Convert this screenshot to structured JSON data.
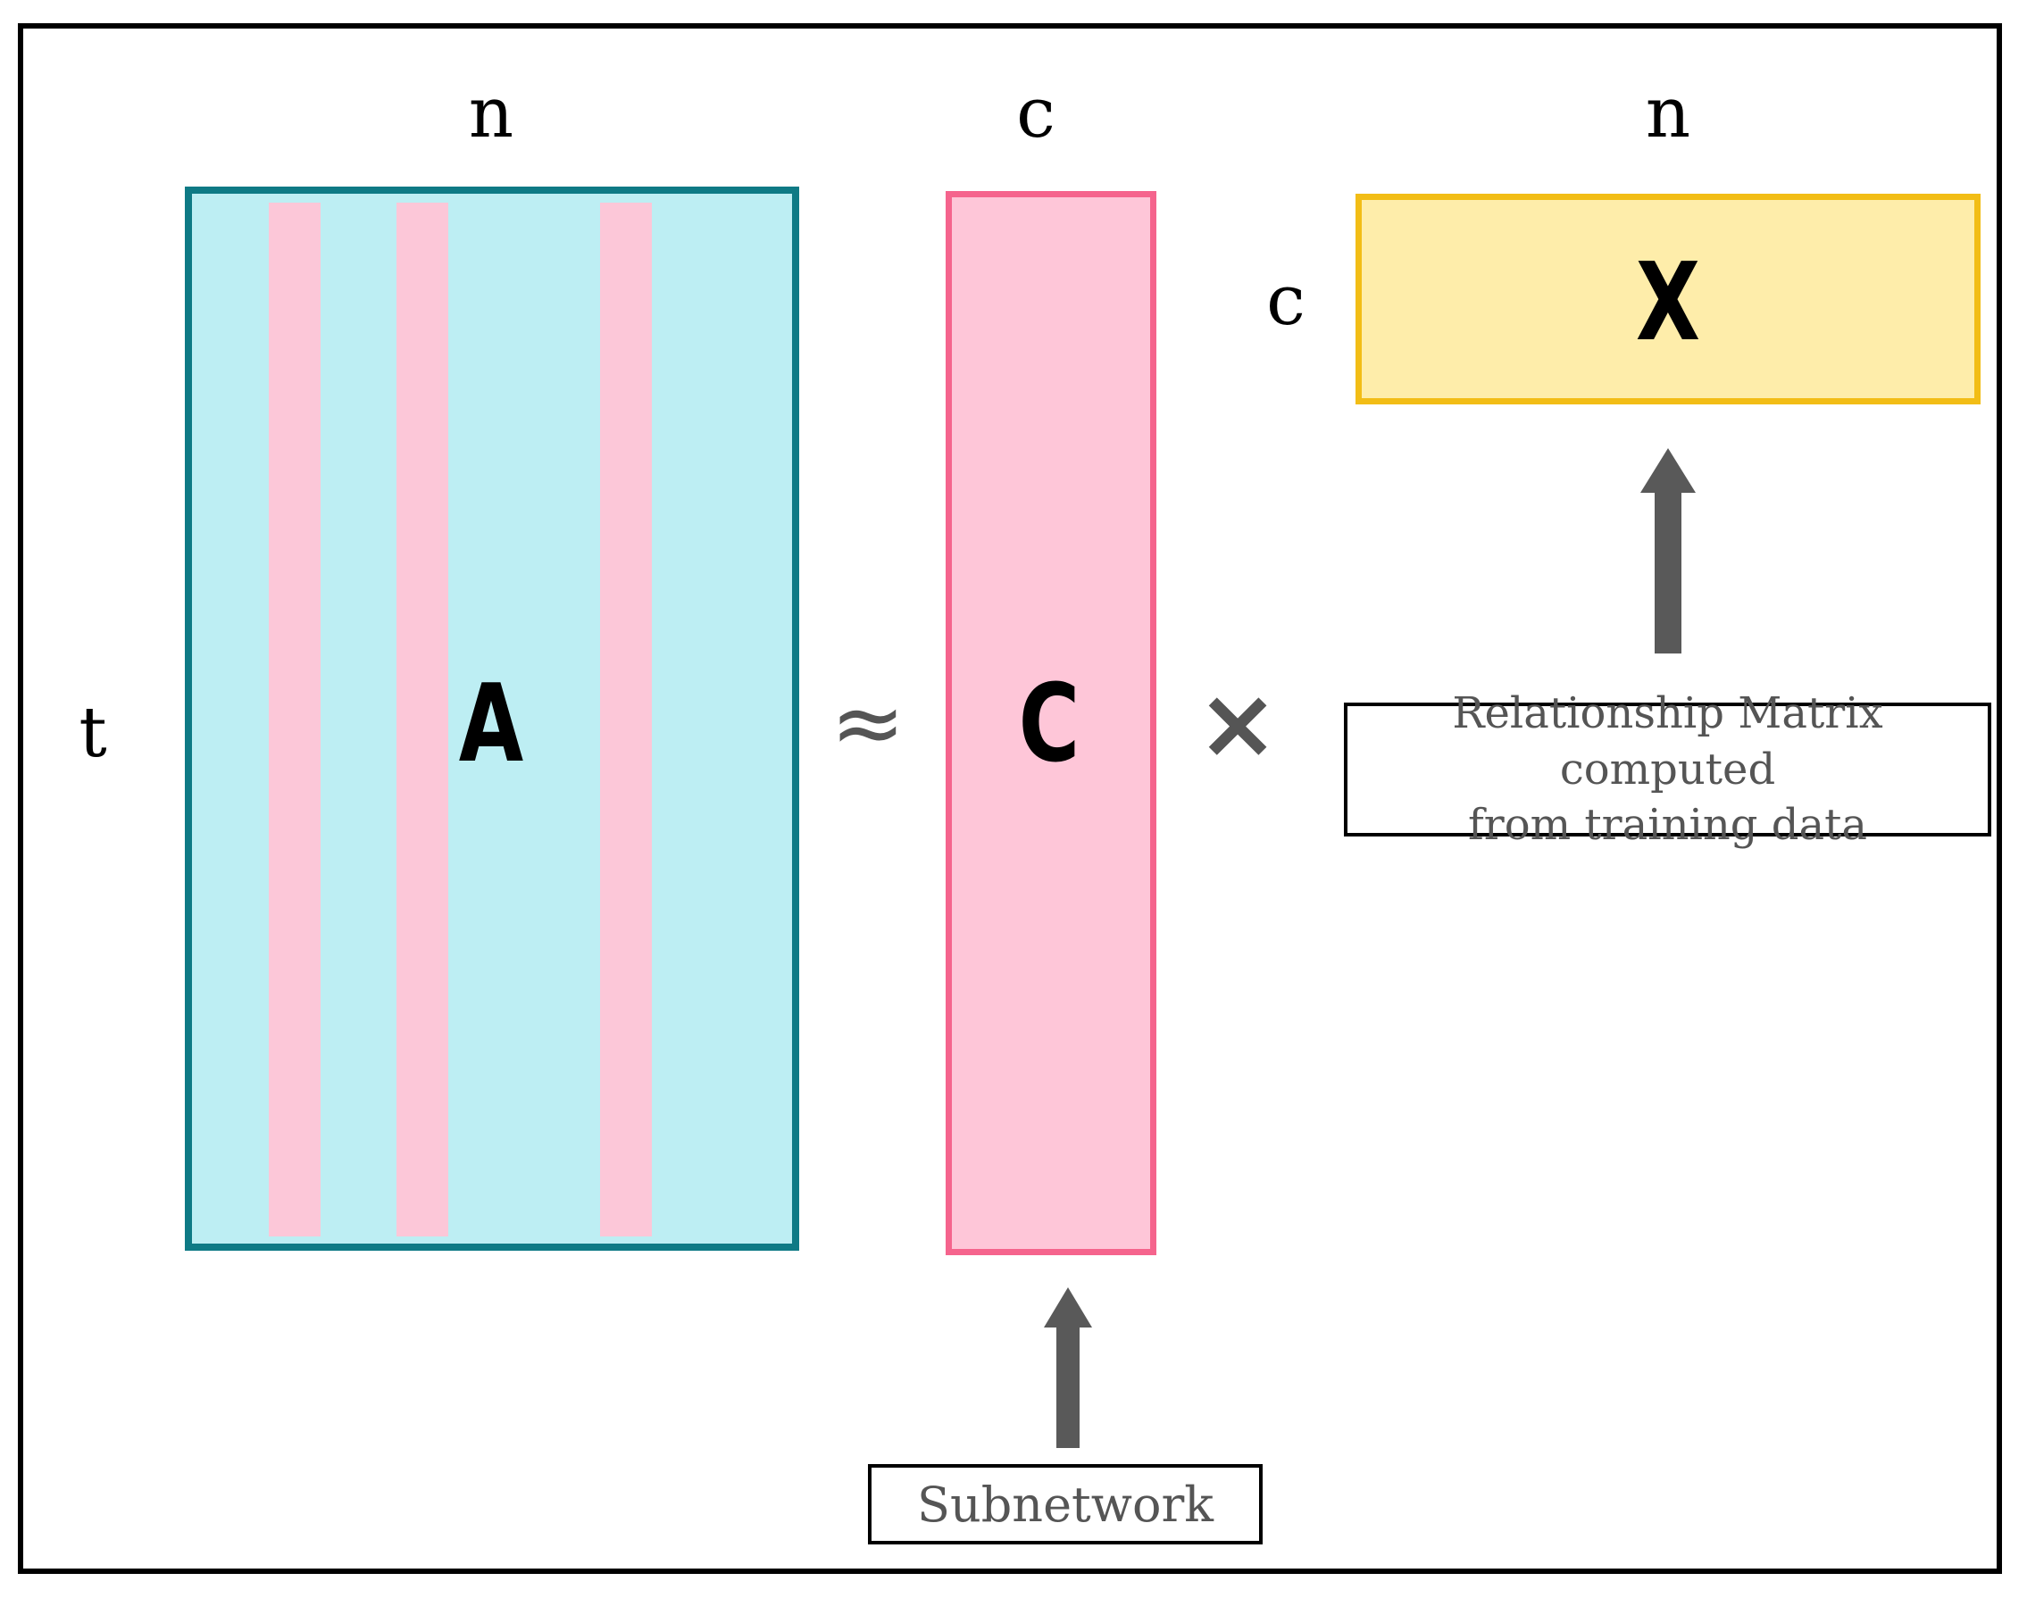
{
  "labels": {
    "a_cols": "n",
    "c_cols": "c",
    "x_cols": "n",
    "x_rows": "c",
    "a_rows": "t"
  },
  "matrices": {
    "a": "A",
    "c": "C",
    "x": "X"
  },
  "operators": {
    "approx": "≈",
    "times": "×"
  },
  "callouts": {
    "relationship_line1": "Relationship Matrix computed",
    "relationship_line2": "from training data",
    "subnetwork": "Subnetwork"
  },
  "colors": {
    "matrix_a_fill": "#bdeef3",
    "matrix_a_border": "#0e7a85",
    "selected_columns": "#fcc7d8",
    "matrix_c_fill": "#fec6d8",
    "matrix_c_border": "#f5648d",
    "matrix_x_fill": "#feedaa",
    "matrix_x_border": "#f2bd16",
    "arrow": "#595959"
  }
}
